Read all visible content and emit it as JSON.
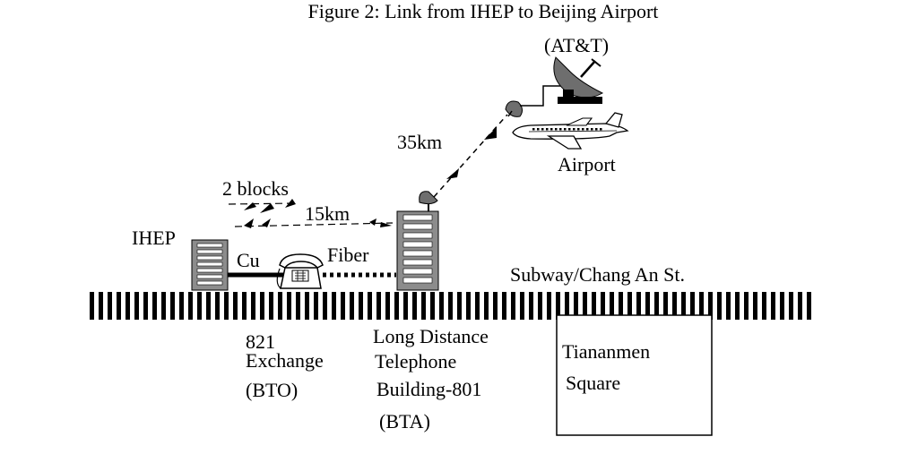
{
  "diagram": {
    "title": "Figure 2: Link from IHEP to Beijing Airport",
    "labels": {
      "att": "(AT&T)",
      "distance_35": "35km",
      "airport": "Airport",
      "two_blocks": "2 blocks",
      "distance_15": "15km",
      "ihep": "IHEP",
      "cu": "Cu",
      "fiber": "Fiber",
      "subway": "Subway/Chang An St.",
      "exchange_line1": "821",
      "exchange_line2": "Exchange",
      "exchange_line3": "(BTO)",
      "bta_line1": "Long Distance",
      "bta_line2": "Telephone",
      "bta_line3": "Building-801",
      "bta_line4": "(BTA)",
      "square_line1": "Tiananmen",
      "square_line2": "Square"
    },
    "icons": [
      "ihep-building-icon",
      "telephone-icon",
      "bta-building-icon",
      "dish-antenna-icon",
      "satellite-dish-icon",
      "airplane-icon"
    ]
  }
}
